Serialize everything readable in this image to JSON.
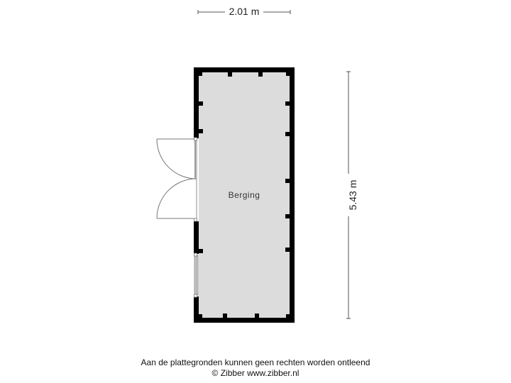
{
  "dimensions": {
    "width_label": "2.01 m",
    "height_label": "5.43 m"
  },
  "rooms": [
    {
      "name": "Berging"
    }
  ],
  "openings": {
    "doors": [
      {
        "type": "double-swing-door",
        "wall": "left"
      }
    ],
    "windows": [
      {
        "wall": "left"
      }
    ]
  },
  "colors": {
    "wall": "#000000",
    "floor": "#dcdcdc",
    "dimension_line": "#555555"
  },
  "footer": {
    "disclaimer": "Aan de plattegronden kunnen geen rechten worden ontleend",
    "copyright": "© Zibber www.zibber.nl"
  }
}
